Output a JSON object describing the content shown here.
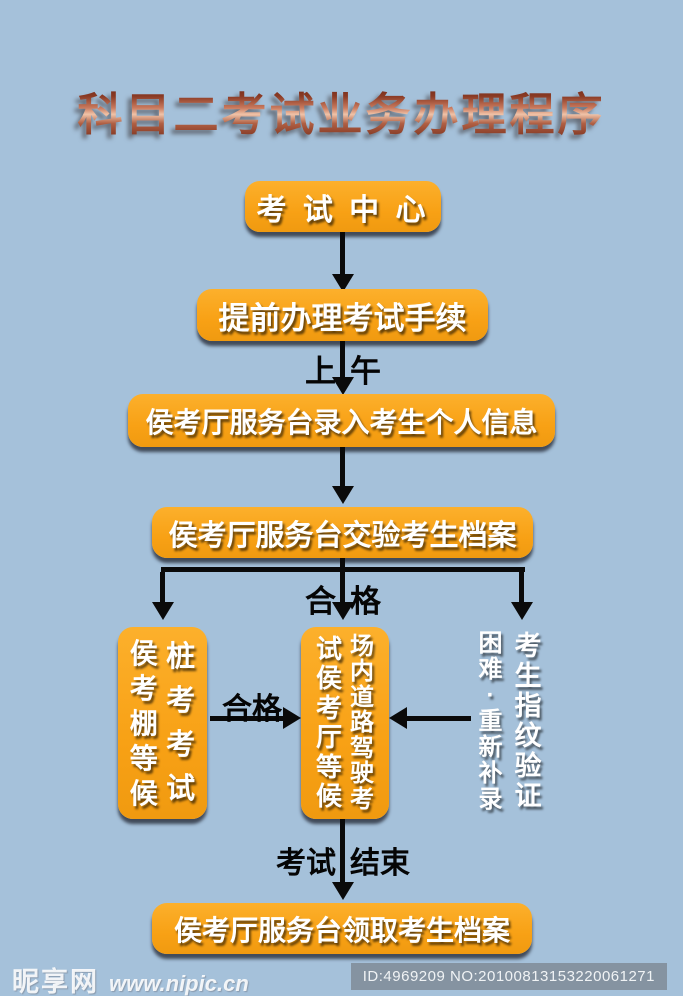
{
  "title": "科目二考试业务办理程序",
  "diagram": {
    "nodes": {
      "exam_center": "考 试 中 心",
      "pre_process": "提前办理考试手续",
      "register_info": "侯考厅服务台录入考生个人信息",
      "check_files": "侯考厅服务台交验考生档案",
      "pile_exam": {
        "col_right": "桩考考试",
        "col_left": "侯考棚等候"
      },
      "road_exam": {
        "col_right": "场内道路驾驶考",
        "col_left": "试侯考厅等候"
      },
      "fingerprint_note": {
        "col_right": "考生指纹验证",
        "col_left": "困难·重新补录"
      },
      "collect_files": "侯考厅服务台领取考生档案"
    },
    "edge_labels": {
      "morning_left": "上",
      "morning_right": "午",
      "pass_left": "合",
      "pass_right": "格",
      "pass_horizontal": "合格",
      "exam_end_left": "考试",
      "exam_end_right": "结束"
    }
  },
  "watermark": {
    "site_name": "昵享网",
    "site_url": "www.nipic.cn",
    "id_text": "ID:4969209 NO:20100813153220061271"
  },
  "colors": {
    "background": "#a5c1da",
    "node_fill": "#f8a115",
    "node_text": "#ffffff",
    "arrow": "#0a0a0a",
    "title_copper": "#8a3a24",
    "id_band": "#7d8792"
  }
}
